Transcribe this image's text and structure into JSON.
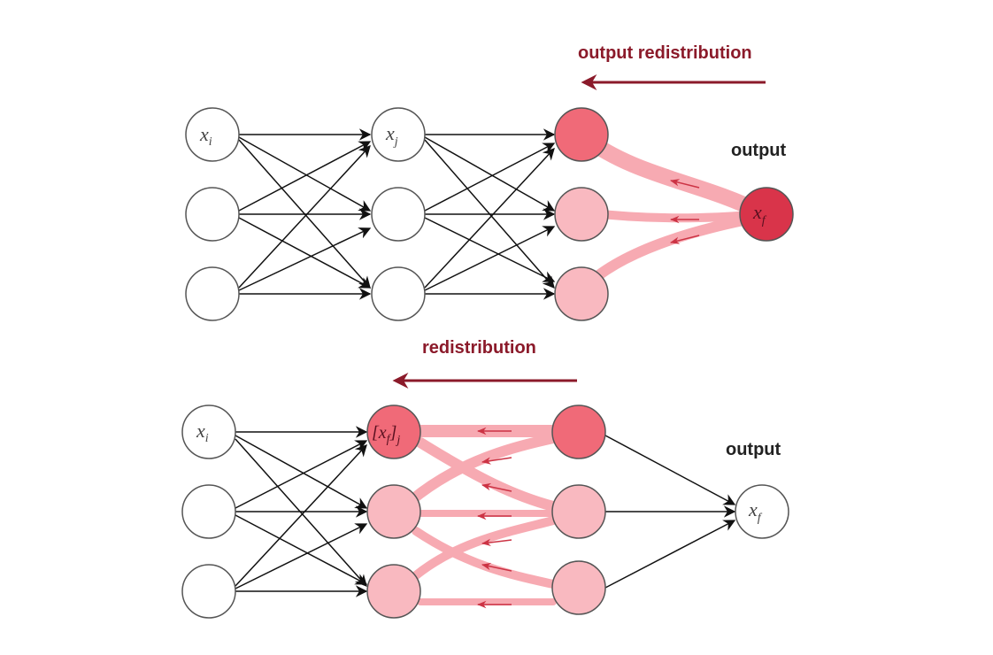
{
  "top_panel": {
    "title": "output redistribution",
    "output_label": "output",
    "input_node": {
      "var": "x",
      "sub": "i"
    },
    "hidden_node": {
      "var": "x",
      "sub": "j"
    },
    "output_node": {
      "var": "x",
      "sub": "f"
    }
  },
  "bottom_panel": {
    "title": "redistribution",
    "output_label": "output",
    "input_node": {
      "var": "x",
      "sub": "i"
    },
    "hidden_node": {
      "var": "[x",
      "var_sub": "f",
      "close": "]",
      "sub": "j"
    },
    "output_node": {
      "var": "x",
      "sub": "f"
    }
  },
  "colors": {
    "arrow_title": "#8b1a2a",
    "node_strong": "#f06a78",
    "node_light": "#f9b9c0",
    "node_output": "#d9344a",
    "flow": "#f7aab2",
    "edge": "#111111"
  }
}
